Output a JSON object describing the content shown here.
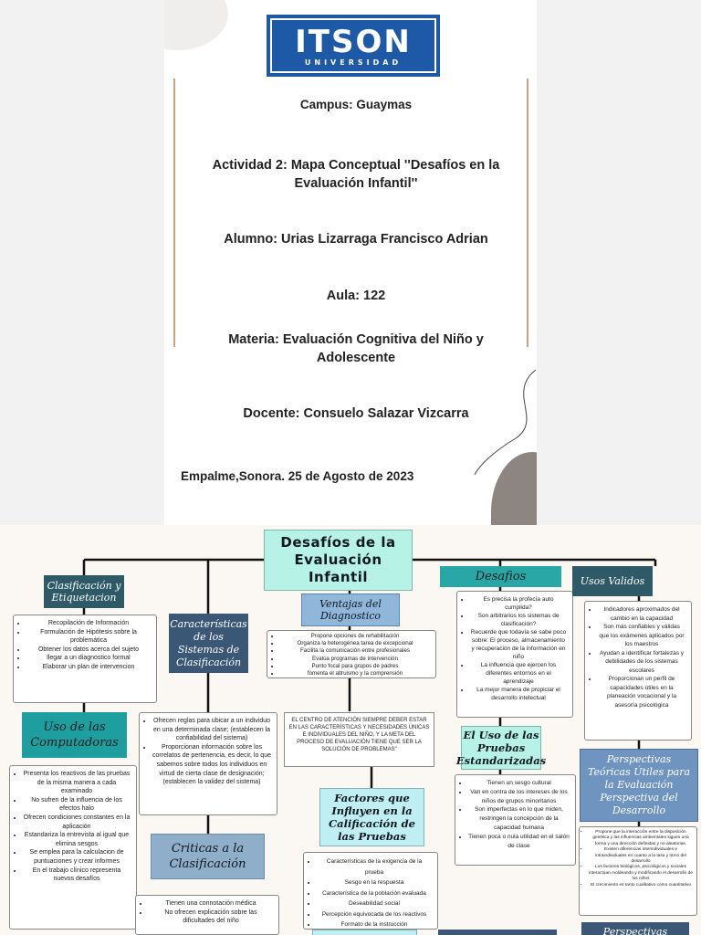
{
  "cover": {
    "logo": "ITSON",
    "logo_sub": "UNIVERSIDAD",
    "campus": "Campus: Guaymas",
    "actividad": "Actividad 2: Mapa Conceptual ''Desafíos en la Evaluación Infantil''",
    "alumno": "Alumno: Urias Lizarraga Francisco Adrian",
    "aula": "Aula: 122",
    "materia": "Materia: Evaluación Cognitiva del Niño y Adolescente",
    "docente": "Docente: Consuelo Salazar Vizcarra",
    "lugar_fecha": "Empalme,Sonora. 25 de Agosto de 2023"
  },
  "map": {
    "title": "Desafíos de la Evaluación Infantil",
    "clasificacion": {
      "header": "Clasificación y Etiquetacion",
      "items": [
        "Recopilación de Información",
        "Formulación de Hipótesis sobre la problemática",
        "Obtener los datos acerca del sujeto",
        "llegar a un diagnostico formal",
        "Elaborar un plan de intervencion"
      ]
    },
    "computadoras": {
      "header": "Uso de las Computadoras",
      "items": [
        "Presenta los reactivos de las pruebas de la misma manera a cada examinado",
        "No sufren de la influencia de los efectos halo",
        "Ofrecen condiciones constantes en la aplicación",
        "Estandariza la entrevista al igual que elimina sesgos",
        "Se emplea para la calculacion de puntuaciones y crear informes",
        "En el trabajo clínico representa nuevos desafíos"
      ]
    },
    "caracteristicas": {
      "header": "Características de los Sistemas de Clasificación",
      "items": [
        "Ofrecen reglas para ubicar a un individuo en una determinada clase; (establecen la confiabilidad del sistema)",
        "Proporcionan información sobre los correlatos de pertenencia, es decir, lo que sabemos sobre todos los individuos en virtud de cierta clase de designación; (establecen la validez del sistema)"
      ]
    },
    "criticas": {
      "header": "Criticas a la Clasificación",
      "items": [
        "Tienen una connotación médica",
        "No ofrecen explicación sobre las dificultades del niño"
      ]
    },
    "ventajas": {
      "header": "Ventajas del Diagnostico",
      "items": [
        "Propone opciones de rehabilitación",
        "Organiza la heterogénea tarea de excepcional",
        "Facilita la comunicación entre profesionales",
        "Evalúa programas de intervención",
        "Punto focal para grupos de padres",
        "fomenta el altruismo y la comprensión"
      ],
      "note": "EL CENTRO DE ATENCIÓN SIEMPRE DEBER ESTAR EN LAS CARACTERÍSTICAS Y NECESIDADES ÚNICAS E INDIVIDUALES DEL NIÑO, Y LA META DEL PROCESO DE EVALUACIÓN TIENE QUE SER LA SOLUCIÓN DE PROBLEMAS\""
    },
    "factores": {
      "header": "Factores que Influyen en la Calificación de las Pruebas",
      "items": [
        "Características de la exigencia de la prueba",
        "Sesgo en la respuesta",
        "Característica de la población evaluada",
        "Deseabilidad social",
        "Percepción equivocada de los reactivos",
        "Formato de la instrucción"
      ]
    },
    "desafios": {
      "header": "Desafios",
      "items": [
        "Es precisa la profecía auto cumplida?",
        "Son arbitrarios los sistemas de clasificación?",
        "Recuerde que todavía se sabe poco sobre: El proceso, almacenamiento y recuperación de la información en niño",
        "La influencia que ejercen los diferentes entornos en el aprendizaje",
        "La mejor manera de propiciar el desarrollo intelectual"
      ]
    },
    "pruebas": {
      "header": "El Uso de las Pruebas Estandarizadas",
      "items": [
        "Tienen un sesgo cultural",
        "Van en contra de los intereses de los niños de grupos minoritarios",
        "Son imperfectas en lo que miden, restringen la concepción de la capacidad humana",
        "Tienen poca o nula utilidad en el salón de clase"
      ]
    },
    "usos": {
      "header": "Usos Validos",
      "items": [
        "Indicadores aproximados del cambio en la capacidad",
        "Son más confiables y válidas que los exámenes aplicados por los maestros",
        "Ayudan a identificar fortalezas y debilidades de los sistemas escolares",
        "Proporcionan un perfil de capacidades útiles en la planeación vocacional y la asesoría psicológica"
      ]
    },
    "perspectivas": {
      "header": "Perspectivas Teóricas Útiles para la Evaluación Perspectiva del Desarrollo",
      "items": [
        "Propone que la interacción entre la disposición genética y las influencias ambientales siguen una forma y una dirección definidas y no aleatorias.",
        "Existen diferencias interindividuales e intraindividuales en cuanto a la tasa y ritmo del desarrollo",
        "Los factores biológicos, psicológicos y sociales interactúan moldeando y modificando el desarrollo de los niños",
        "El crecimiento es tanto cualitativo como cuantitativo"
      ]
    },
    "perspectivas2": {
      "header": "Perspectivas"
    }
  },
  "colors": {
    "logo": "#1e59a8",
    "connector": "#111111",
    "accent": "#c9a47a"
  }
}
